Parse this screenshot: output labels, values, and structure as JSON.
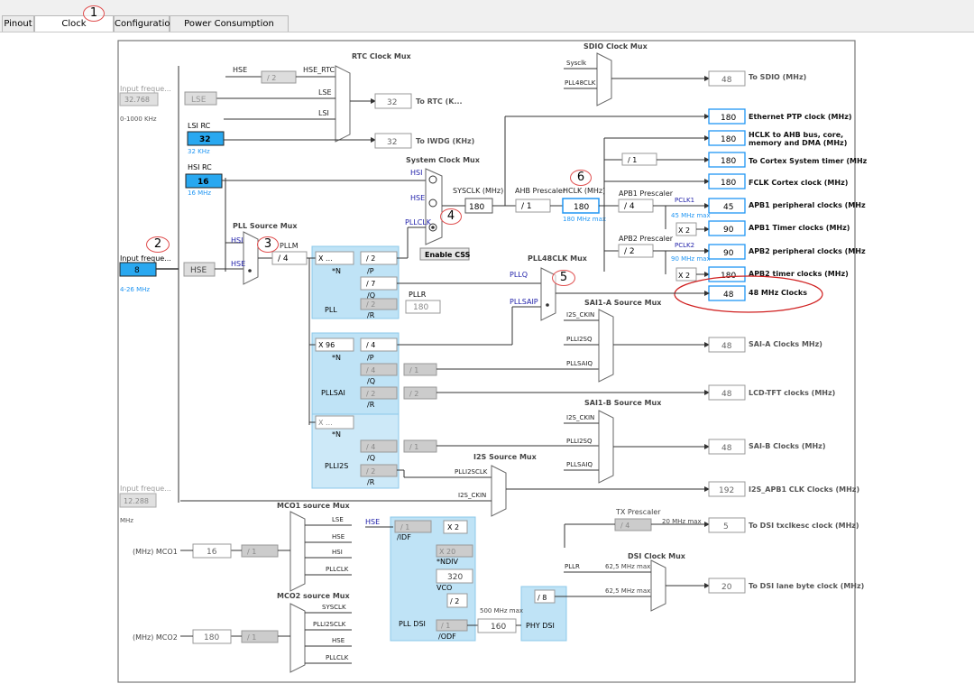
{
  "tabs": [
    {
      "label": "Pinout"
    },
    {
      "label": "Clock Configuration"
    },
    {
      "label": "Configuration"
    },
    {
      "label": "Power Consumption Calculator"
    }
  ],
  "annotations": [
    "1",
    "2",
    "3",
    "4",
    "5",
    "6"
  ],
  "labels": {
    "rtc_mux": "RTC Clock Mux",
    "hse": "HSE",
    "div2": "/ 2",
    "hse_rtc": "HSE_RTC",
    "lse": "LSE",
    "lsi": "LSI",
    "to_rtc": "To RTC (K...",
    "to_iwdg": "To IWDG (KHz)",
    "sdio_mux": "SDIO Clock Mux",
    "sysclk": "Sysclk",
    "pll48clk": "PLL48CLK",
    "to_sdio": "To SDIO (MHz)",
    "input_freq": "Input freque...",
    "range_lse": "0-1000 KHz",
    "lsi_rc": "LSI RC",
    "khz32": "32 KHz",
    "hsi_rc": "HSI RC",
    "mhz16": "16 MHz",
    "sys_mux": "System Clock Mux",
    "hsi": "HSI",
    "pllclk": "PLLCLK",
    "sysclk_mhz": "SYSCLK (MHz)",
    "ahb_presc": "AHB Prescaler",
    "hclk": "HCLK (MHz)",
    "mhz180max": "180 MHz max",
    "apb1_presc": "APB1 Prescaler",
    "apb2_presc": "APB2 Prescaler",
    "pclk1": "PCLK1",
    "pclk2": "PCLK2",
    "mhz45max": "45 MHz max",
    "mhz90max": "90 MHz max",
    "eth": "Ethernet PTP clock (MHz)",
    "hclk_ahb": "HCLK to AHB bus, core,",
    "hclk_ahb2": "memory and DMA (MHz)",
    "cortex_timer": "To Cortex System timer (MHz",
    "fclk": "FCLK Cortex clock (MHz)",
    "apb1_periph": "APB1 peripheral clocks (MHz",
    "apb1_timer": "APB1 Timer clocks (MHz)",
    "apb2_periph": "APB2 peripheral clocks (MHz",
    "apb2_timer": "APB2 timer clocks (MHz)",
    "mhz48": "48 MHz Clocks",
    "pll_src_mux": "PLL Source Mux",
    "pllm": "PLLM",
    "range_hse": "4-26 MHz",
    "x_n": "*N",
    "p": "/P",
    "q": "/Q",
    "r": "/R",
    "pll": "PLL",
    "pllr": "PLLR",
    "enable_css": "Enable CSS",
    "pll48_mux": "PLL48CLK Mux",
    "pllq": "PLLQ",
    "pllsaip": "PLLSAIP",
    "sai1a_mux": "SAI1-A Source Mux",
    "i2s_ckin": "I2S_CKIN",
    "plli2sq": "PLLI2SQ",
    "pllsaiq": "PLLSAIQ",
    "sai_a": "SAI-A Clocks MHz)",
    "lcd_tft": "LCD-TFT clocks (MHz)",
    "pllsai": "PLLSAI",
    "sai1b_mux": "SAI1-B Source Mux",
    "sai_b": "SAI-B Clocks (MHz)",
    "plli2s": "PLLI2S",
    "i2s_mux": "I2S Source Mux",
    "plli2sclk": "PLLI2SCLK",
    "i2s_apb1": "I2S_APB1 CLK Clocks (MHz)",
    "mhz": "MHz",
    "mco1_mux": "MCO1 source Mux",
    "mco2_mux": "MCO2 source Mux",
    "mco1": "(MHz) MCO1",
    "mco2": "(MHz) MCO2",
    "tx_presc": "TX Prescaler",
    "mhz20max": "20 MHz max",
    "dsi_txclk": "To DSI txclkesc clock (MHz)",
    "dsi_mux": "DSI Clock Mux",
    "pllr2": "PLLR",
    "mhz625max": "62,5 MHz max",
    "dsi_lane": "To DSI lane byte clock (MHz)",
    "idf": "/IDF",
    "ndiv": "*NDIV",
    "vco": "VCO",
    "pll_dsi": "PLL DSI",
    "odf": "/ODF",
    "mhz500max": "500 MHz max",
    "phy_dsi": "PHY DSI",
    "plli2sclk_m": "PLLI2SCLK",
    "sysclk_m": "SYSCLK",
    "x2": "X 2",
    "x20": "X 20",
    "x96": "X 96",
    "xdots": "X ...",
    "div4": "/ 4",
    "div7": "/ 7",
    "div1": "/ 1",
    "div8": "/ 8",
    "div2b": "/ 2"
  },
  "values": {
    "lse_freq": "32.768",
    "rtc_out": "32",
    "iwdg_out": "32",
    "sdio_out": "48",
    "lsi": "32",
    "hsi": "16",
    "hse_in": "8",
    "sysclk": "180",
    "hclk": "180",
    "eth": "180",
    "ahb": "180",
    "cortex": "180",
    "fclk": "180",
    "apb1_periph": "45",
    "apb1_timer": "90",
    "apb2_periph": "90",
    "apb2_timer": "180",
    "mhz48": "48",
    "pllr_val": "180",
    "sai_a": "48",
    "lcd": "48",
    "sai_b": "48",
    "i2s_in": "12.288",
    "i2s_out": "192",
    "mco1": "16",
    "mco2": "180",
    "dsi_tx": "5",
    "dsi_lane": "20",
    "vco": "320",
    "odf": "160"
  },
  "colors": {
    "accent": "#2196f3",
    "blue_box": "#29a8f0",
    "pll_bg": "#bfe3f6",
    "annot": "#e05050"
  }
}
